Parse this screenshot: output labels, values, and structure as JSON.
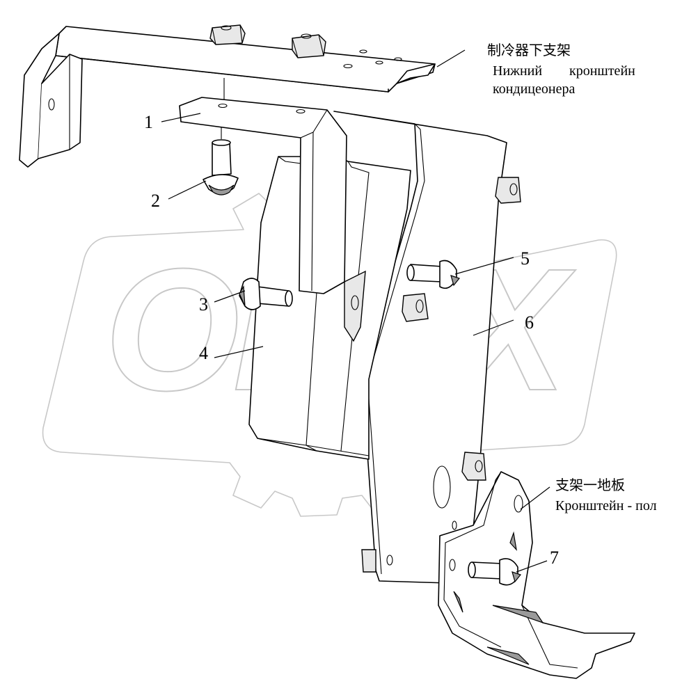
{
  "watermark": {
    "text": "OPEX"
  },
  "callouts": [
    {
      "id": "1",
      "label": "1"
    },
    {
      "id": "2",
      "label": "2"
    },
    {
      "id": "3",
      "label": "3"
    },
    {
      "id": "4",
      "label": "4"
    },
    {
      "id": "5",
      "label": "5"
    },
    {
      "id": "6",
      "label": "6"
    },
    {
      "id": "7",
      "label": "7"
    }
  ],
  "annotations": {
    "top": {
      "zh": "制冷器下支架",
      "ru_line1_word1": "Нижний",
      "ru_line1_word2": "кронштейн",
      "ru_line2": "кондицеонера"
    },
    "bottom": {
      "zh": "支架一地板",
      "ru": "Кронштейн - пол"
    }
  }
}
